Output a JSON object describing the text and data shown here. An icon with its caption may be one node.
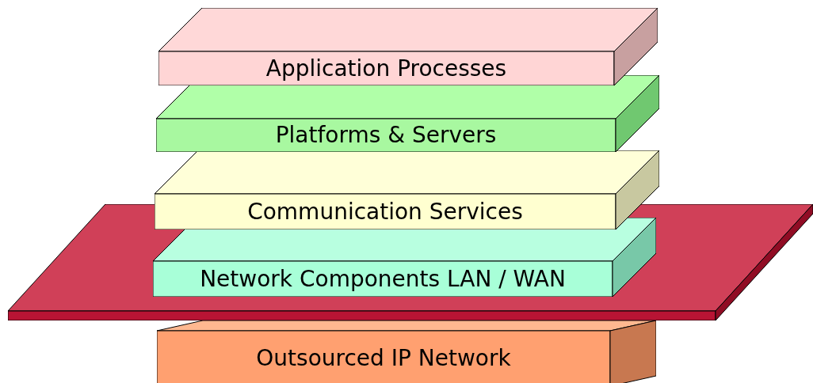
{
  "diagram": {
    "nodes": [
      {
        "text": [
          "Outsourced IP Network"
        ]
      },
      {
        "text": [
          "Network Components LAN / WAN"
        ]
      },
      {
        "text": [
          "Communication Services"
        ]
      },
      {
        "text": [
          "Platforms & Servers"
        ]
      },
      {
        "text": [
          "Application Processes"
        ]
      }
    ]
  }
}
